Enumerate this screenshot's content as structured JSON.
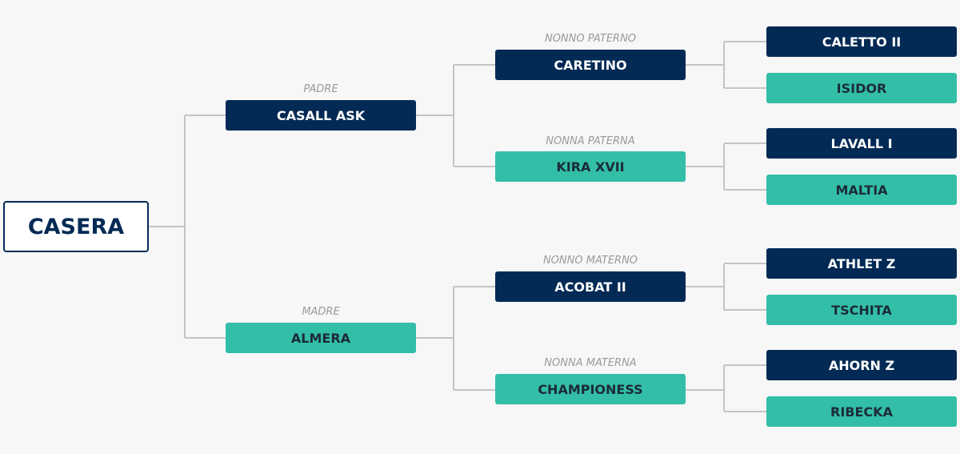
{
  "horse": {
    "name": "CASERA"
  },
  "sire": {
    "role": "PADRE",
    "name": "CASALL ASK",
    "sire": {
      "role": "NONNO PATERNO",
      "name": "CARETINO",
      "sire": "CALETTO II",
      "dam": "ISIDOR"
    },
    "dam": {
      "role": "NONNA PATERNA",
      "name": "KIRA XVII",
      "sire": "LAVALL I",
      "dam": "MALTIA"
    }
  },
  "dam": {
    "role": "MADRE",
    "name": "ALMERA",
    "sire": {
      "role": "NONNO MATERNO",
      "name": "ACOBAT II",
      "sire": "ATHLET Z",
      "dam": "TSCHITA"
    },
    "dam": {
      "role": "NONNA MATERNA",
      "name": "CHAMPIONESS",
      "sire": "AHORN Z",
      "dam": "RIBECKA"
    }
  },
  "colors": {
    "male": "#022a55",
    "female": "#33bea8",
    "connector": "#c4c4c4",
    "background": "#f7f7f7"
  }
}
